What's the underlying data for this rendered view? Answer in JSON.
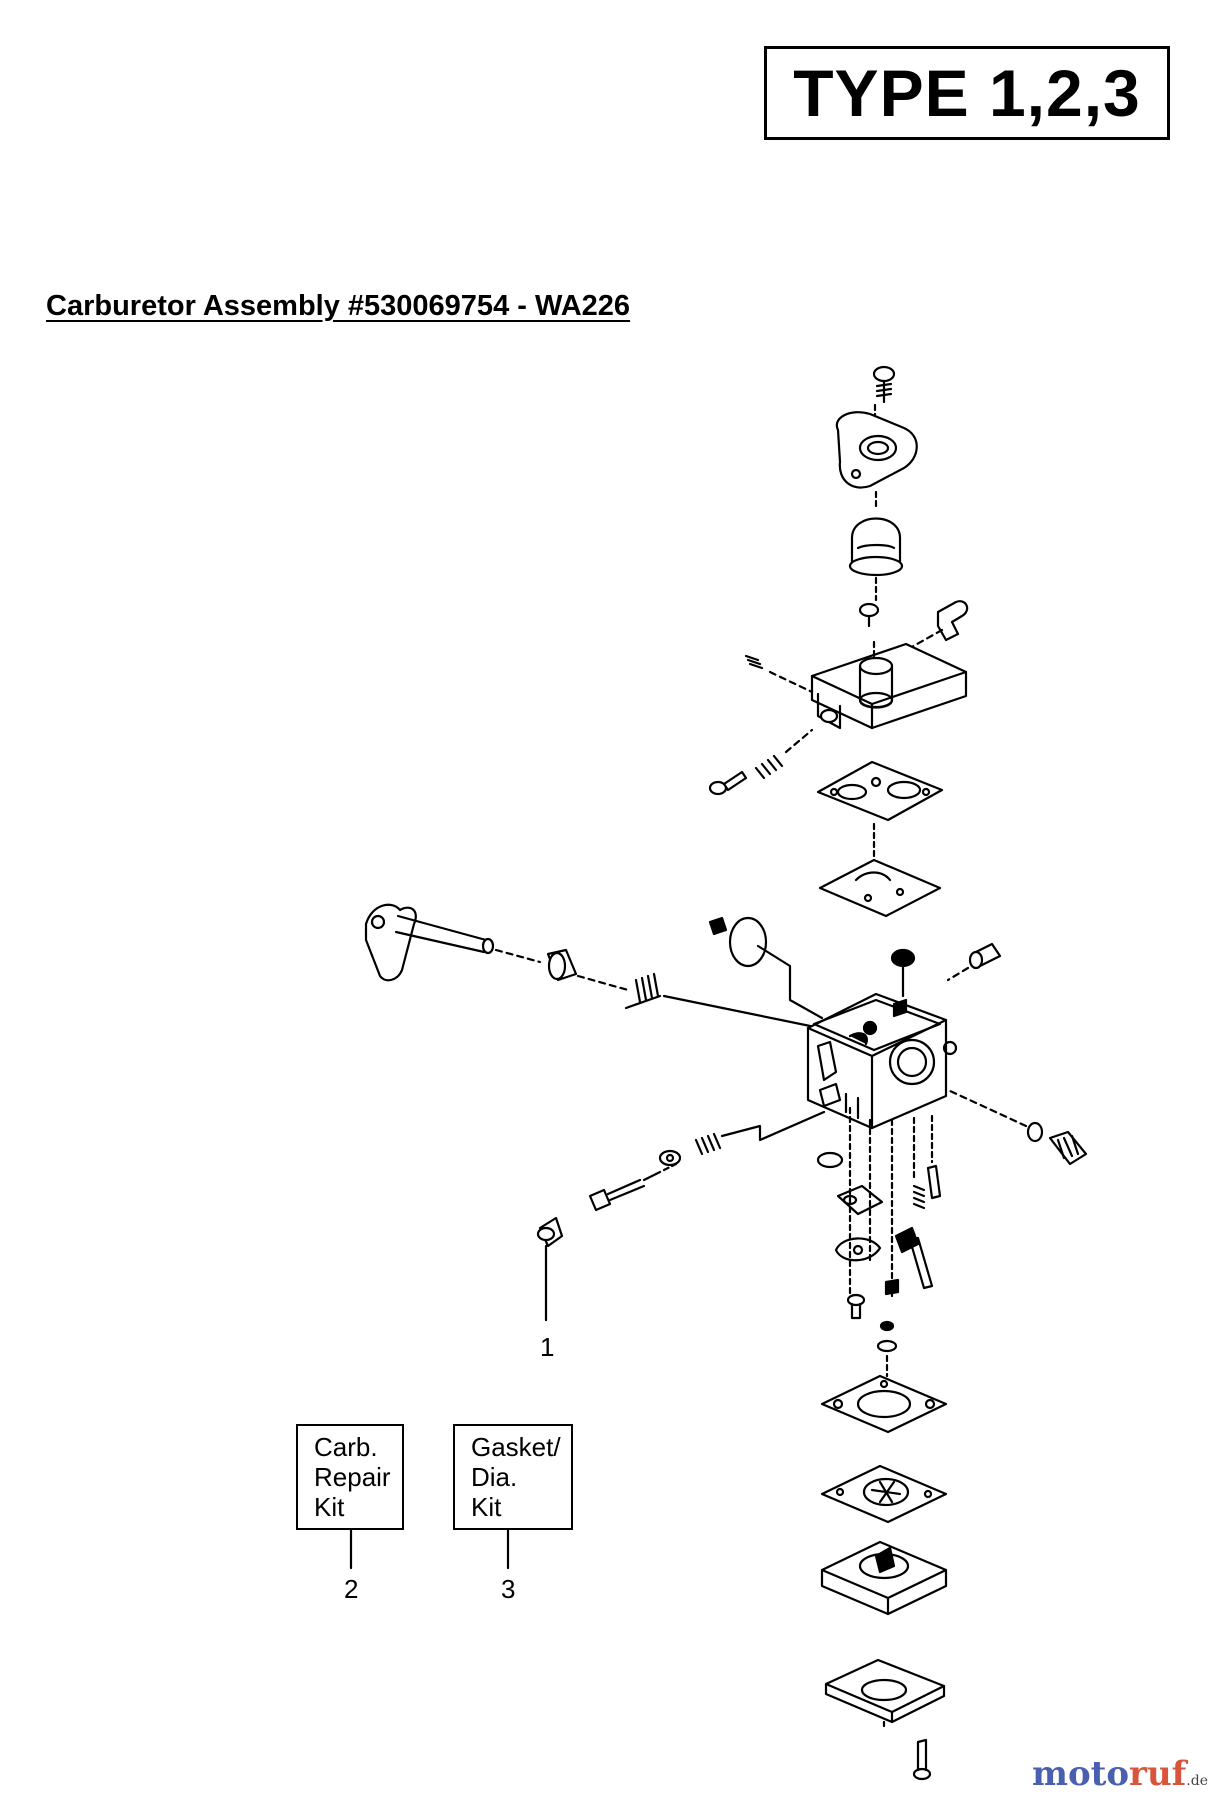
{
  "header": {
    "type_label": "TYPE 1,2,3"
  },
  "title": "Carburetor Assembly  #530069754 - WA226",
  "kits": [
    {
      "lines": [
        "Carb.",
        "Repair",
        "Kit"
      ]
    },
    {
      "lines": [
        "Gasket/",
        "Dia.",
        "Kit"
      ]
    }
  ],
  "refs": {
    "r1": "1",
    "r2": "2",
    "r3": "3"
  },
  "watermark": {
    "brand_a": "moto",
    "brand_b": "ruf",
    "tld": ".de",
    "color_a": "#4a5fb0",
    "color_b": "#d8543a"
  }
}
